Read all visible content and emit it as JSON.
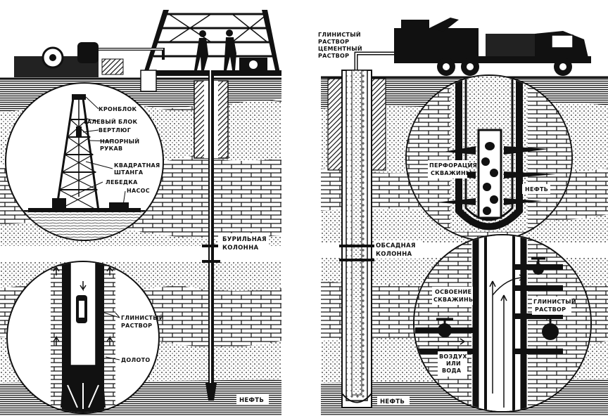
{
  "left_panel": {
    "labels": {
      "kronblok": "КРОНБЛОК",
      "talevy_blok": "ТАЛЕВЫЙ БЛОК",
      "vertlyug": "ВЕРТЛЮГ",
      "napornyy_rukav_1": "НАПОРНЫЙ",
      "napornyy_rukav_2": "РУКАВ",
      "kvadratnaya_shtanga_1": "КВАДРАТНАЯ",
      "kvadratnaya_shtanga_2": "ШТАНГА",
      "lebedka": "ЛЕБЕДКА",
      "nasos": "НАСОС",
      "burilnaya_kolonna_1": "БУРИЛЬНАЯ",
      "burilnaya_kolonna_2": "КОЛОННА",
      "glinistyy_rastvor_1": "ГЛИНИСТЫЙ",
      "glinistyy_rastvor_2": "РАСТВОР",
      "doloto": "ДОЛОТО",
      "neft": "НЕФТЬ"
    }
  },
  "right_panel": {
    "labels": {
      "top_1": "ГЛИНИСТЫЙ",
      "top_2": "РАСТВОР",
      "top_3": "ЦЕМЕНТНЫЙ",
      "top_4": "РАСТВОР",
      "perforatsiya_1": "ПЕРФОРАЦИЯ",
      "perforatsiya_2": "СКВАЖИНЫ",
      "neft_inset": "НЕФТЬ",
      "obsadnaya_kolonna_1": "ОБСАДНАЯ",
      "obsadnaya_kolonna_2": "КОЛОННА",
      "osvoenie_1": "ОСВОЕНИЕ",
      "osvoenie_2": "СКВАЖИНЫ",
      "glinistyy_rastvor_1": "ГЛИНИСТЫЙ",
      "glinistyy_rastvor_2": "РАСТВОР",
      "vozduh_1": "ВОЗДУХ",
      "vozduh_2": "ИЛИ",
      "vozduh_3": "ВОДА",
      "neft_bottom": "НЕФТЬ"
    }
  }
}
